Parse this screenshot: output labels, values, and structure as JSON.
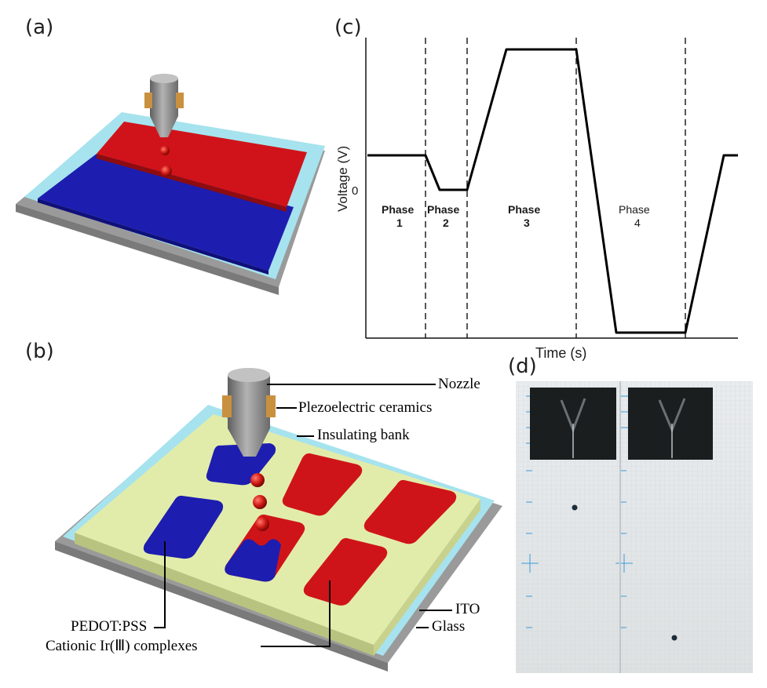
{
  "panels": {
    "a": "(a)",
    "b": "(b)",
    "c": "(c)",
    "d": "(d)"
  },
  "labels": {
    "nozzle": "Nozzle",
    "piezo": "Plezoelectric ceramics",
    "bank": "Insulating bank",
    "ito": "ITO",
    "glass": "Glass",
    "pedot": "PEDOT:PSS",
    "cationic": "Cationic Ir(Ⅲ) complexes"
  },
  "chart_data": {
    "type": "line",
    "xlabel": "Time (s)",
    "ylabel": "Voltage (V)",
    "yticks": [
      "0"
    ],
    "phases": [
      {
        "label_line1": "Phase",
        "label_line2": "1"
      },
      {
        "label_line1": "Phase",
        "label_line2": "2"
      },
      {
        "label_line1": "Phase",
        "label_line2": "3"
      },
      {
        "label_line1": "Phase",
        "label_line2": "4"
      }
    ],
    "waveform_relative": [
      [
        0,
        1
      ],
      [
        0.18,
        1
      ],
      [
        0.21,
        0
      ],
      [
        0.25,
        0
      ],
      [
        0.32,
        4
      ],
      [
        0.47,
        4
      ],
      [
        0.53,
        -4
      ],
      [
        0.68,
        -4
      ],
      [
        0.75,
        1
      ],
      [
        0.78,
        1
      ]
    ]
  },
  "colors": {
    "red": "#c8102e",
    "blue": "#1a1aa8",
    "cyan": "#a6e3ee",
    "grey": "#8c8c8c",
    "yellow": "#e2ecaa",
    "nozzle": "#8a8a8a",
    "piezo": "#c9913f"
  }
}
